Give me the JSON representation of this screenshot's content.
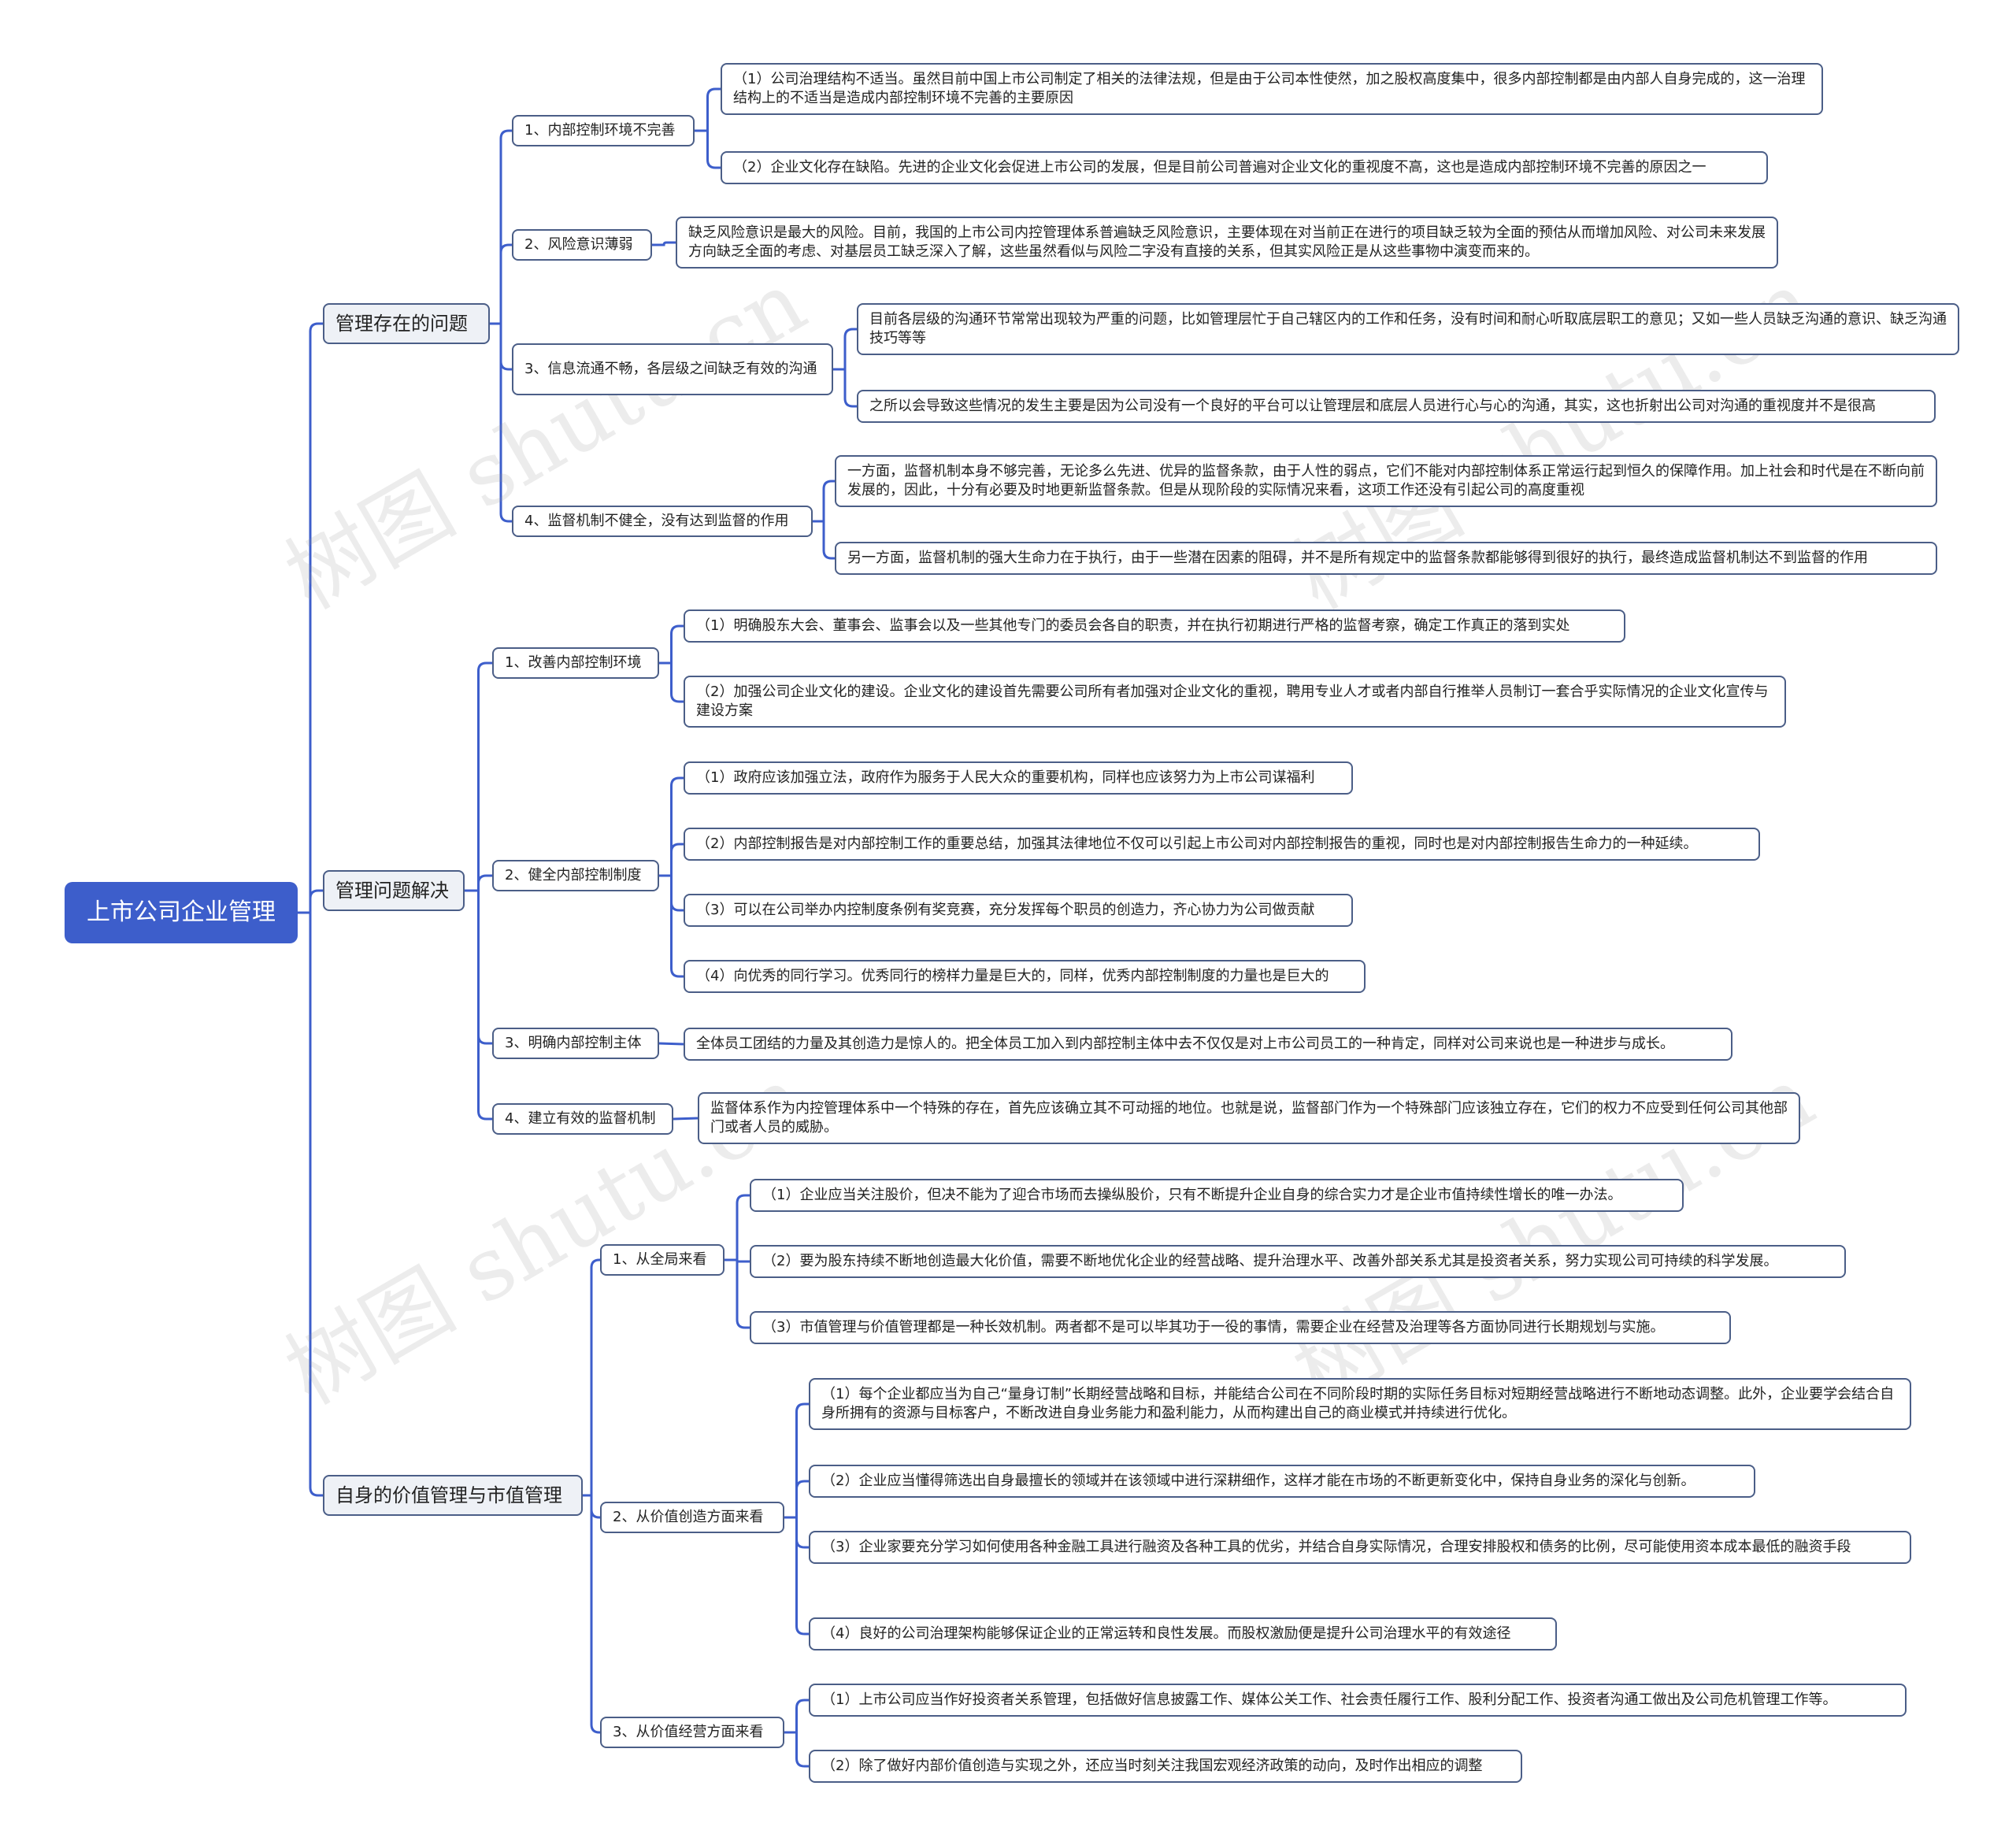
{
  "root": "上市公司企业管理",
  "watermark": "树图 shutu.cn",
  "colors": {
    "root": "#3d5ecb",
    "line": "#3d5ecb",
    "border": "#4b5e87",
    "branch_bg": "#eef1f6"
  },
  "branches": [
    {
      "label": "管理存在的问题",
      "items": [
        {
          "label": "1、内部控制环境不完善",
          "details": [
            "（1）公司治理结构不适当。虽然目前中国上市公司制定了相关的法律法规，但是由于公司本性使然，加之股权高度集中，很多内部控制都是由内部人自身完成的，这一治理结构上的不适当是造成内部控制环境不完善的主要原因",
            "（2）企业文化存在缺陷。先进的企业文化会促进上市公司的发展，但是目前公司普遍对企业文化的重视度不高，这也是造成内部控制环境不完善的原因之一"
          ]
        },
        {
          "label": "2、风险意识薄弱",
          "details": [
            "缺乏风险意识是最大的风险。目前，我国的上市公司内控管理体系普遍缺乏风险意识，主要体现在对当前正在进行的项目缺乏较为全面的预估从而增加风险、对公司未来发展方向缺乏全面的考虑、对基层员工缺乏深入了解，这些虽然看似与风险二字没有直接的关系，但其实风险正是从这些事物中演变而来的。"
          ]
        },
        {
          "label": "3、信息流通不畅，各层级之间缺乏有效的沟通",
          "details": [
            "目前各层级的沟通环节常常出现较为严重的问题，比如管理层忙于自己辖区内的工作和任务，没有时间和耐心听取底层职工的意见；又如一些人员缺乏沟通的意识、缺乏沟通技巧等等",
            "之所以会导致这些情况的发生主要是因为公司没有一个良好的平台可以让管理层和底层人员进行心与心的沟通，其实，这也折射出公司对沟通的重视度并不是很高"
          ]
        },
        {
          "label": "4、监督机制不健全，没有达到监督的作用",
          "details": [
            "一方面，监督机制本身不够完善，无论多么先进、优异的监督条款，由于人性的弱点，它们不能对内部控制体系正常运行起到恒久的保障作用。加上社会和时代是在不断向前发展的，因此，十分有必要及时地更新监督条款。但是从现阶段的实际情况来看，这项工作还没有引起公司的高度重视",
            "另一方面，监督机制的强大生命力在于执行，由于一些潜在因素的阻碍，并不是所有规定中的监督条款都能够得到很好的执行，最终造成监督机制达不到监督的作用"
          ]
        }
      ]
    },
    {
      "label": "管理问题解决",
      "items": [
        {
          "label": "1、改善内部控制环境",
          "details": [
            "（1）明确股东大会、董事会、监事会以及一些其他专门的委员会各自的职责，并在执行初期进行严格的监督考察，确定工作真正的落到实处",
            "（2）加强公司企业文化的建设。企业文化的建设首先需要公司所有者加强对企业文化的重视，聘用专业人才或者内部自行推举人员制订一套合乎实际情况的企业文化宣传与建设方案"
          ]
        },
        {
          "label": "2、健全内部控制制度",
          "details": [
            "（1）政府应该加强立法，政府作为服务于人民大众的重要机构，同样也应该努力为上市公司谋福利",
            "（2）内部控制报告是对内部控制工作的重要总结，加强其法律地位不仅可以引起上市公司对内部控制报告的重视，同时也是对内部控制报告生命力的一种延续。",
            "（3）可以在公司举办内控制度条例有奖竞赛，充分发挥每个职员的创造力，齐心协力为公司做贡献",
            "（4）向优秀的同行学习。优秀同行的榜样力量是巨大的，同样，优秀内部控制制度的力量也是巨大的"
          ]
        },
        {
          "label": "3、明确内部控制主体",
          "details": [
            "全体员工团结的力量及其创造力是惊人的。把全体员工加入到内部控制主体中去不仅仅是对上市公司员工的一种肯定，同样对公司来说也是一种进步与成长。"
          ]
        },
        {
          "label": "4、建立有效的监督机制",
          "details": [
            "监督体系作为内控管理体系中一个特殊的存在，首先应该确立其不可动摇的地位。也就是说，监督部门作为一个特殊部门应该独立存在，它们的权力不应受到任何公司其他部门或者人员的威胁。"
          ]
        }
      ]
    },
    {
      "label": "自身的价值管理与市值管理",
      "items": [
        {
          "label": "1、从全局来看",
          "details": [
            "（1）企业应当关注股价，但决不能为了迎合市场而去操纵股价，只有不断提升企业自身的综合实力才是企业市值持续性增长的唯一办法。",
            "（2）要为股东持续不断地创造最大化价值，需要不断地优化企业的经营战略、提升治理水平、改善外部关系尤其是投资者关系，努力实现公司可持续的科学发展。",
            "（3）市值管理与价值管理都是一种长效机制。两者都不是可以毕其功于一役的事情，需要企业在经营及治理等各方面协同进行长期规划与实施。"
          ]
        },
        {
          "label": "2、从价值创造方面来看",
          "details": [
            "（1）每个企业都应当为自己“量身订制”长期经营战略和目标，并能结合公司在不同阶段时期的实际任务目标对短期经营战略进行不断地动态调整。此外，企业要学会结合自身所拥有的资源与目标客户，不断改进自身业务能力和盈利能力，从而构建出自己的商业模式并持续进行优化。",
            "（2）企业应当懂得筛选出自身最擅长的领域并在该领域中进行深耕细作，这样才能在市场的不断更新变化中，保持自身业务的深化与创新。",
            "（3）企业家要充分学习如何使用各种金融工具进行融资及各种工具的优劣，并结合自身实际情况，合理安排股权和债务的比例，尽可能使用资本成本最低的融资手段",
            "（4）良好的公司治理架构能够保证企业的正常运转和良性发展。而股权激励便是提升公司治理水平的有效途径"
          ]
        },
        {
          "label": "3、从价值经营方面来看",
          "details": [
            "（1）上市公司应当作好投资者关系管理，包括做好信息披露工作、媒体公关工作、社会责任履行工作、股利分配工作、投资者沟通工做出及公司危机管理工作等。",
            "（2）除了做好内部价值创造与实现之外，还应当时刻关注我国宏观经济政策的动向，及时作出相应的调整"
          ]
        }
      ]
    }
  ]
}
